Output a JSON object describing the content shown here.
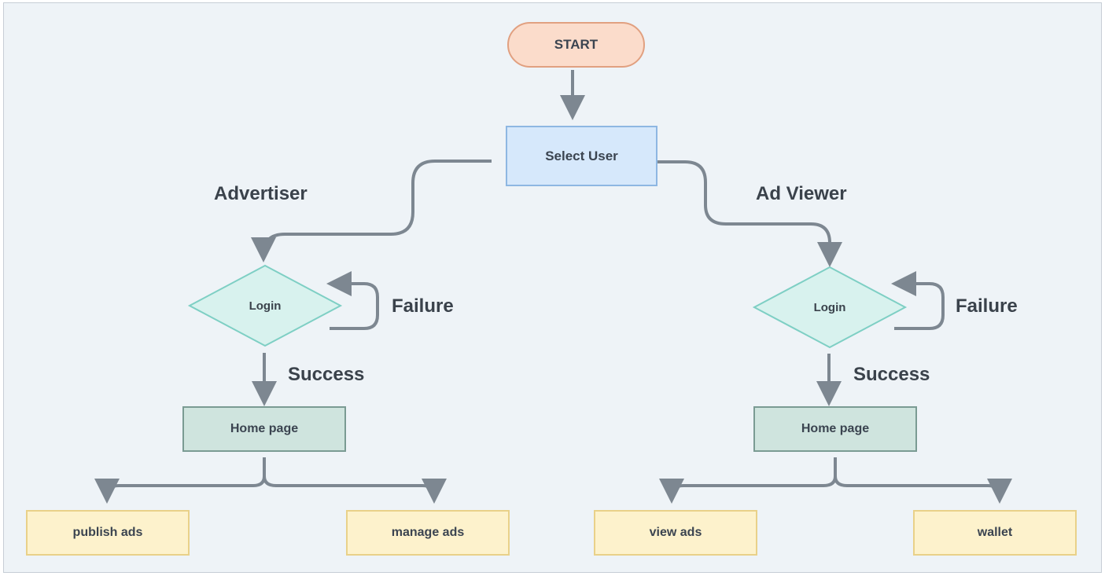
{
  "nodes": {
    "start": "START",
    "select_user": "Select User",
    "left_login": "Login",
    "right_login": "Login",
    "left_home": "Home page",
    "right_home": "Home page",
    "publish": "publish ads",
    "manage": "manage ads",
    "view": "view ads",
    "wallet": "wallet"
  },
  "labels": {
    "advertiser": "Advertiser",
    "ad_viewer": "Ad Viewer",
    "left_failure": "Failure",
    "right_failure": "Failure",
    "left_success": "Success",
    "right_success": "Success"
  },
  "colors": {
    "line": "#7d8791",
    "start_fill": "#fbdccb",
    "select_fill": "#d6e8fb",
    "diamond_fill": "#d8f2ee",
    "home_fill": "#cfe4de",
    "leaf_fill": "#fdf2cc"
  }
}
